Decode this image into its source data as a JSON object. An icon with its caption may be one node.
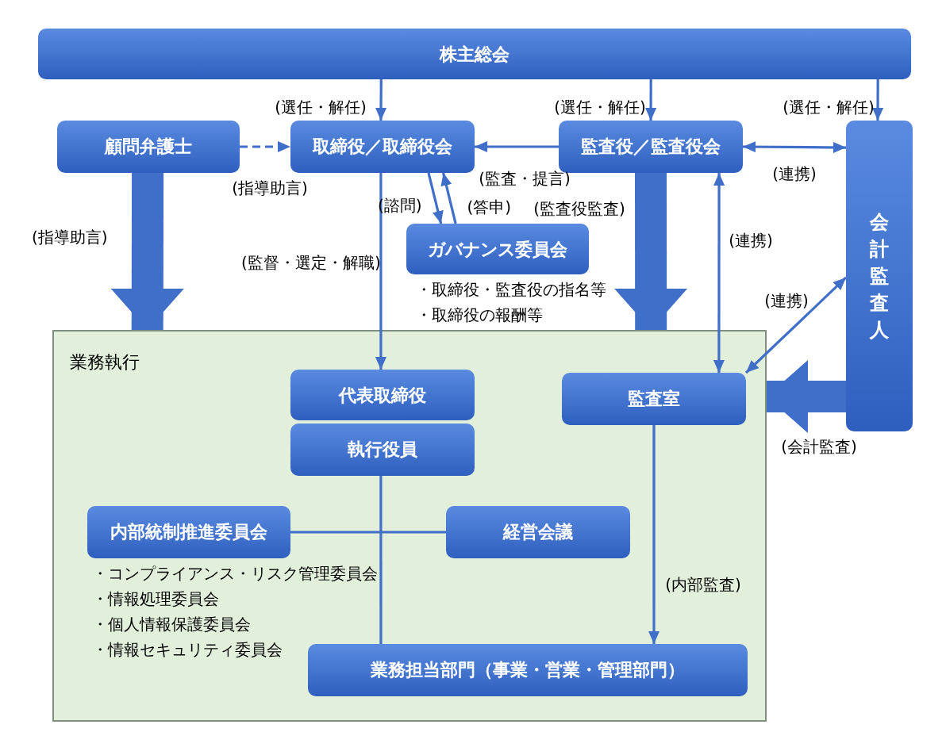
{
  "diagram": {
    "nodes": [
      {
        "text": [
          "株主総会"
        ]
      },
      {
        "text": [
          "顧問弁護士"
        ]
      },
      {
        "text": [
          "取締役／取締役会"
        ]
      },
      {
        "text": [
          "監査役／監査役会"
        ]
      },
      {
        "text": [
          "会計監査人"
        ]
      },
      {
        "text": [
          "ガバナンス委員会"
        ],
        "beside": [
          "・取締役・監査役の指名等",
          "・取締役の報酬等"
        ]
      },
      {
        "text": [
          "業務執行"
        ]
      },
      {
        "text": [
          "代表取締役"
        ],
        "in": 6
      },
      {
        "text": [
          "執行役員"
        ],
        "in": 6
      },
      {
        "text": [
          "監査室"
        ],
        "in": 6
      },
      {
        "text": [
          "内部統制推進委員会"
        ],
        "in": 6,
        "beside": [
          "・コンプライアンス・リスク管理委員会",
          "・情報処理委員会",
          "・個人情報保護委員会",
          "・情報セキュリティ委員会"
        ]
      },
      {
        "text": [
          "経営会議"
        ],
        "in": 6
      },
      {
        "text": [
          "業務担当部門（事業・営業・管理部門）"
        ],
        "in": 6
      }
    ],
    "edges": [
      {
        "from": 0,
        "to": 2,
        "arrow": "to",
        "label": "(選任・解任)"
      },
      {
        "from": 0,
        "to": 3,
        "arrow": "to",
        "label": "(選任・解任)"
      },
      {
        "from": 0,
        "to": 4,
        "arrow": "to",
        "label": "(選任・解任)"
      },
      {
        "from": 1,
        "to": 2,
        "arrow": "to",
        "label": "(指導助言)",
        "style": "dashed"
      },
      {
        "from": 3,
        "to": 2,
        "arrow": "to",
        "label": "(監査・提言)"
      },
      {
        "from": 3,
        "to": 4,
        "arrow": "both",
        "label": "(連携)"
      },
      {
        "from": 2,
        "to": 5,
        "arrow": "to",
        "label": "(諮問)"
      },
      {
        "from": 5,
        "to": 2,
        "arrow": "to",
        "label": "(答申)"
      },
      {
        "from": 1,
        "to": 6,
        "arrow": "to",
        "label": "(指導助言)",
        "style": "thick"
      },
      {
        "from": 3,
        "to": 6,
        "arrow": "to",
        "label": "(監査役監査)",
        "style": "thick"
      },
      {
        "from": 2,
        "to": 7,
        "arrow": "to",
        "label": "(監督・選定・解職)"
      },
      {
        "from": 9,
        "to": 3,
        "arrow": "both",
        "label": "(連携)"
      },
      {
        "from": 4,
        "to": 9,
        "arrow": "both",
        "label": "(連携)"
      },
      {
        "from": 4,
        "to": 6,
        "arrow": "to",
        "label": "(会計監査)",
        "style": "thick"
      },
      {
        "from": 8,
        "to": 12,
        "arrow": "none"
      },
      {
        "from": 10,
        "to": 11,
        "arrow": "none"
      },
      {
        "from": 9,
        "to": 12,
        "arrow": "to",
        "label": "(内部監査)"
      }
    ]
  }
}
